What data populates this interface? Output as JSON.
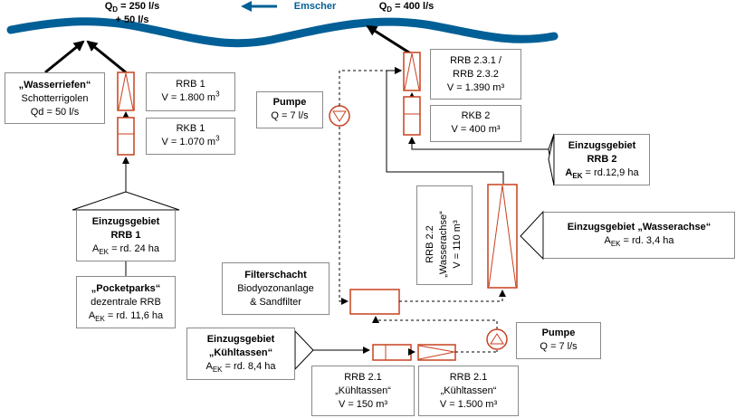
{
  "colors": {
    "river": "#005f96",
    "facility": "#c8411e",
    "line": "#000000",
    "border": "#8a8a8a"
  },
  "flow_top_left": {
    "q": "Q",
    "q_sub": "D",
    "line1": " = 250 l/s",
    "line2": "+ 50 l/s"
  },
  "flow_top_right": {
    "q": "Q",
    "q_sub": "D",
    "value": " = 400 l/s"
  },
  "river_name": "Emscher",
  "wasserriefen": {
    "title": "„Wasserriefen“",
    "line2": "Schotterrigolen",
    "line3": "Qd = 50 l/s"
  },
  "rrb1": {
    "name": "RRB 1",
    "vol": "V = 1.800 m",
    "unit_sup": "3"
  },
  "rkb1": {
    "name": "RKB 1",
    "vol": "V = 1.070 m",
    "unit_sup": "3"
  },
  "ezg_rrb1": {
    "title1": "Einzugsgebiet",
    "title2": "RRB 1",
    "a": "A",
    "a_sub": "EK",
    "value": " = rd. 24 ha"
  },
  "pocketparks": {
    "title": "„Pocketparks“",
    "line2": "dezentrale RRB",
    "a": "A",
    "a_sub": "EK",
    "value": " = rd. 11,6 ha"
  },
  "pumpe_top": {
    "title": "Pumpe",
    "q": "Q = 7 l/s"
  },
  "rrb23": {
    "name1": "RRB 2.3.1 /",
    "name2": "RRB 2.3.2",
    "vol": "V = 1.390 m³"
  },
  "rkb2": {
    "name": "RKB 2",
    "vol": "V = 400 m³"
  },
  "ezg_rrb2": {
    "title1": "Einzugsgebiet",
    "title2": "RRB 2",
    "a": "A",
    "a_sub": "EK",
    "value": " = rd.12,9 ha"
  },
  "rrb22": {
    "line1": "RRB 2.2",
    "line2": "„Wasserachse“",
    "line3": "V = 110 m³"
  },
  "ezg_wasserachse": {
    "title": "Einzugsgebiet „Wasserachse“",
    "a": "A",
    "a_sub": "EK",
    "value": " = rd. 3,4 ha"
  },
  "filterschacht": {
    "title": "Filterschacht",
    "line2": "Biodyozonanlage",
    "line3": "& Sandfilter"
  },
  "ezg_kuehltassen": {
    "title1": "Einzugsgebiet",
    "title2": "„Kühltassen“",
    "a": "A",
    "a_sub": "EK",
    "value": " = rd. 8,4 ha"
  },
  "pumpe_bottom": {
    "title": "Pumpe",
    "q": "Q = 7 l/s"
  },
  "rrb21a": {
    "name": "RRB 2.1",
    "sub": "„Kühltassen“",
    "vol": "V = 150 m³"
  },
  "rrb21b": {
    "name": "RRB 2.1",
    "sub": "„Kühltassen“",
    "vol": "V = 1.500 m³"
  }
}
